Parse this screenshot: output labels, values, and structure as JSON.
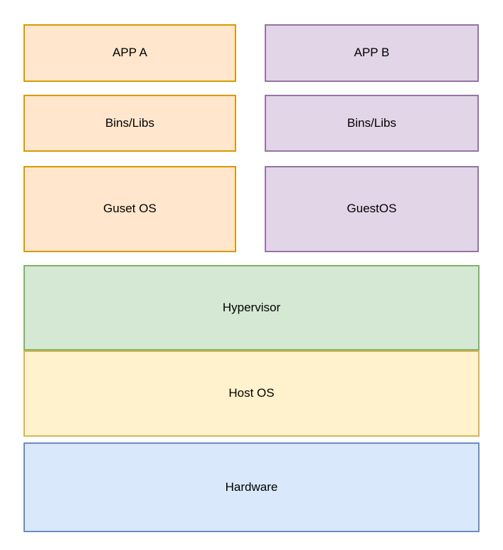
{
  "diagram": {
    "vm_a": {
      "app_label": "APP A",
      "bins_label": "Bins/Libs",
      "os_label": "Guset OS"
    },
    "vm_b": {
      "app_label": "APP B",
      "bins_label": "Bins/Libs",
      "os_label": "GuestOS"
    },
    "layers": {
      "hypervisor_label": "Hypervisor",
      "host_os_label": "Host OS",
      "hardware_label": "Hardware"
    }
  },
  "colors": {
    "orange_fill": "#FFE6CC",
    "orange_stroke": "#D79B00",
    "purple_fill": "#E1D5E7",
    "purple_stroke": "#9673A6",
    "green_fill": "#D5E8D4",
    "green_stroke": "#82B366",
    "yellow_fill": "#FFF2CC",
    "yellow_stroke": "#D6B656",
    "blue_fill": "#DAE8FC",
    "blue_stroke": "#6C8EBF",
    "text": "#000000",
    "background": "#FFFFFF"
  }
}
